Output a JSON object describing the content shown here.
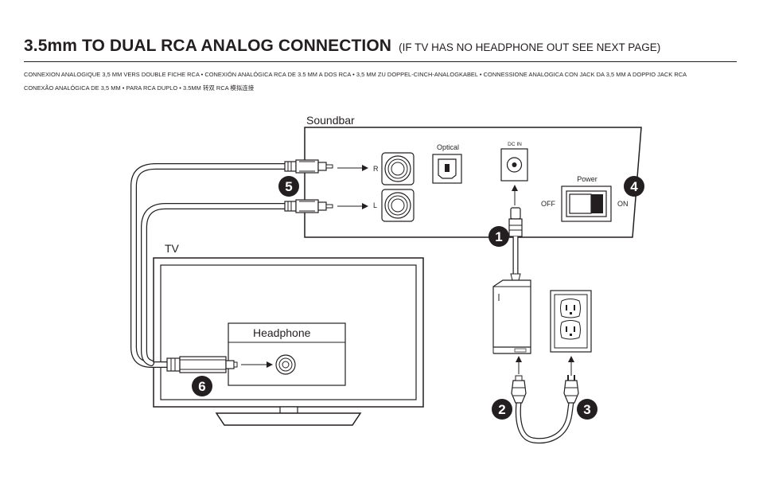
{
  "header": {
    "title_main": "3.5mm TO DUAL RCA ANALOG CONNECTION",
    "title_sub": "(IF TV HAS NO HEADPHONE OUT SEE NEXT PAGE)",
    "translations_line1": "CONNEXION ANALOGIQUE 3,5 MM VERS DOUBLE FICHE RCA • CONEXIÓN ANALÓGICA RCA DE 3.5 MM A DOS RCA • 3,5 MM ZU DOPPEL-CINCH-ANALOGKABEL • CONNESSIONE ANALOGICA CON JACK DA 3,5 MM A DOPPIO JACK RCA",
    "translations_line2": "CONEXÃO ANALÓGICA DE 3,5 MM • PARA RCA DUPLO • 3.5MM 转双 RCA 模拟连接"
  },
  "soundbar": {
    "label": "Soundbar",
    "optical_label": "Optical",
    "dc_in_label": "DC IN",
    "power_label": "Power",
    "off_label": "OFF",
    "on_label": "ON",
    "rca_right_label": "R",
    "rca_left_label": "L"
  },
  "tv": {
    "label": "TV",
    "headphone_label": "Headphone"
  },
  "steps": {
    "step1": "1",
    "step2": "2",
    "step3": "3",
    "step4": "4",
    "step5": "5",
    "step6": "6"
  },
  "icons": [
    "rca-jack-icon",
    "optical-port-icon",
    "dc-in-port-icon",
    "power-switch-icon",
    "headphone-jack-icon",
    "power-adapter-icon",
    "wall-outlet-icon",
    "power-plug-icon",
    "arrow-icon"
  ]
}
